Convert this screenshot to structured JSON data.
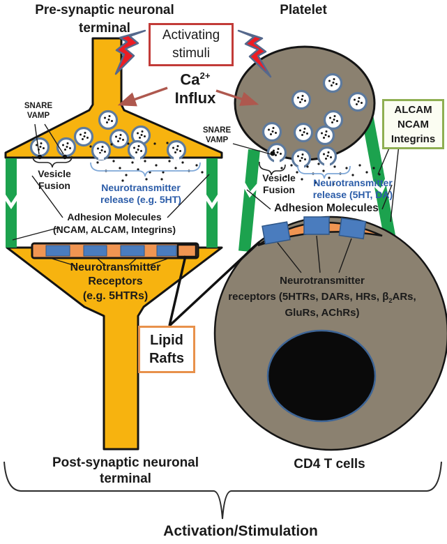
{
  "left_diagram": {
    "title_line1": "Pre-synaptic neuronal",
    "title_line2": "terminal",
    "snare_vamp_line1": "SNARE",
    "snare_vamp_line2": "VAMP",
    "vesicle_fusion_line1": "Vesicle",
    "vesicle_fusion_line2": "Fusion",
    "nt_release_line1": "Neurotransmitter",
    "nt_release_line2": "release (e.g. 5HT)",
    "adhesion_line1": "Adhesion Molecules",
    "adhesion_line2": "(NCAM, ALCAM, Integrins)",
    "receptors_line1": "Neurotransmitter",
    "receptors_line2": "Receptors",
    "receptors_line3": "(e.g. 5HTRs)",
    "bottom_title_line1": "Post-synaptic neuronal",
    "bottom_title_line2": "terminal"
  },
  "right_diagram": {
    "title": "Platelet",
    "snare_vamp_line1": "SNARE",
    "snare_vamp_line2": "VAMP",
    "vesicle_fusion_line1": "Vesicle",
    "vesicle_fusion_line2": "Fusion",
    "nt_release_line1": "Neurotransmitter",
    "nt_release_line2": "release (5HT, DA)",
    "adhesion": "Adhesion Molecules",
    "alcam_line1": "ALCAM",
    "alcam_line2": "NCAM",
    "alcam_line3": "Integrins",
    "receptors_line1": "Neurotransmitter",
    "receptors_line2_pre": "receptors (5HTRs, DARs, HRs, β",
    "receptors_line2_sub": "2",
    "receptors_line2_post": "ARs,",
    "receptors_line3": "GluRs, AChRs)",
    "bottom_title": "CD4 T cells"
  },
  "center": {
    "activating_line1": "Activating",
    "activating_line2": "stimuli",
    "ca_base": "Ca",
    "ca_sup": "2+",
    "ca_line2": "Influx",
    "lipid_line1": "Lipid",
    "lipid_line2": "Rafts",
    "bottom_label": "Activation/Stimulation"
  },
  "colors": {
    "neuron_yellow": "#F7B30F",
    "cell_gray": "#8B8170",
    "adhesion_green": "#1CA24E",
    "raft_orange": "#F09552",
    "receptor_blue": "#4A7CBE",
    "vesicle_outline_blue": "#5D7A9E",
    "stimuli_box_red": "#C23B38",
    "lightning_red": "#EC1C24",
    "influx_arrow_red": "#AE584E",
    "release_text_blue": "#2B5CA8",
    "alcam_border_green": "#8FAF52",
    "nucleus_black": "#0A0A0A"
  },
  "icons": {
    "lightning": "lightning-bolt-icon",
    "vesicle": "vesicle-icon",
    "arrow": "influx-arrow-icon",
    "brace": "curly-brace"
  }
}
